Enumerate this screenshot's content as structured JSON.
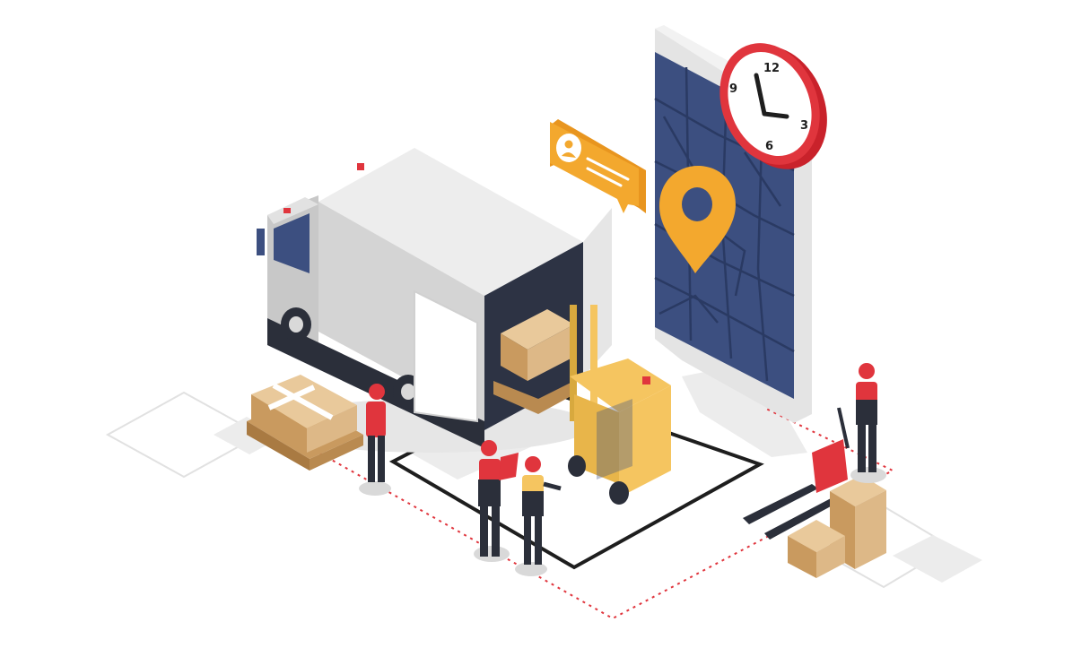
{
  "clock": {
    "numerals": {
      "twelve": "12",
      "three": "3",
      "six": "6",
      "nine": "9"
    }
  },
  "palette": {
    "navy": "#3c4f80",
    "red": "#e0353d",
    "yellow": "#f5c560",
    "orange": "#f3a82e",
    "cardboard": "#ddb887",
    "grey": "#d9d9d9",
    "dark": "#2b2f3a"
  },
  "icons": [
    "clock-icon",
    "map-pin-icon",
    "user-icon",
    "chat-bubble-icon"
  ]
}
